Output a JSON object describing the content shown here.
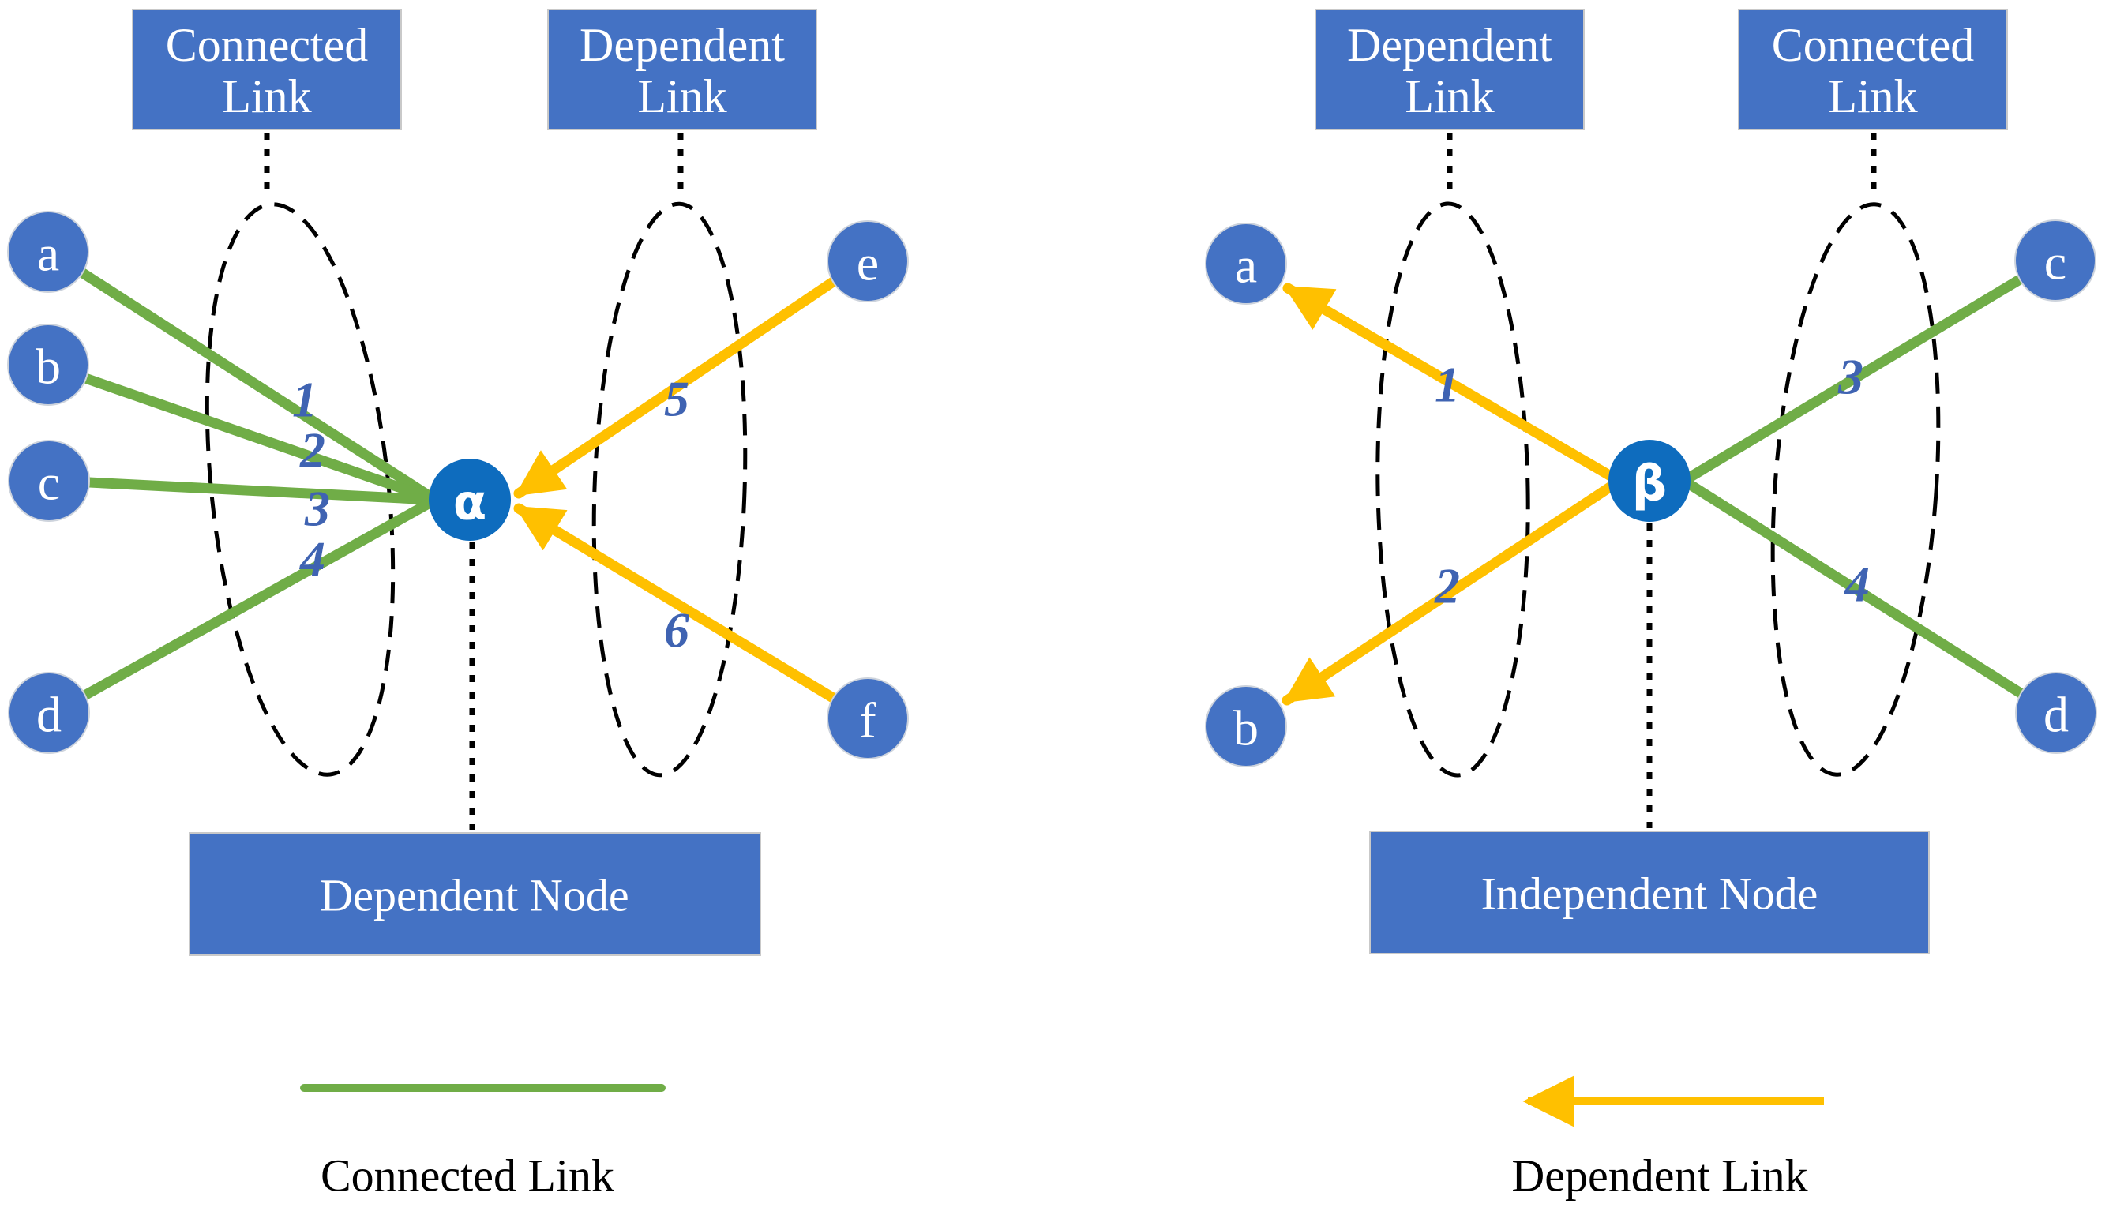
{
  "palette": {
    "box_blue": "#4472C4",
    "node_blue": "#4472C4",
    "hub_blue": "#0E6CBE",
    "green": "#70AD47",
    "yellow": "#FFC000",
    "label_blue": "#3F63B2",
    "dash_black": "#000000",
    "box_border": "#C9C9C9",
    "node_ring": "#CDD3DC",
    "text_white": "#FFFFFF",
    "legend_text_color": "#000000"
  },
  "left_diagram": {
    "box_connected_link": {
      "line1": "Connected",
      "line2": "Link"
    },
    "box_dependent_link": {
      "line1": "Dependent",
      "line2": "Link"
    },
    "bottom_box": {
      "label": "Dependent Node"
    },
    "hub_label": "α",
    "nodes": {
      "a": "a",
      "b": "b",
      "c": "c",
      "d": "d",
      "e": "e",
      "f": "f"
    },
    "link_labels": {
      "l1": "1",
      "l2": "2",
      "l3": "3",
      "l4": "4",
      "l5": "5",
      "l6": "6"
    }
  },
  "right_diagram": {
    "box_dependent_link": {
      "line1": "Dependent",
      "line2": "Link"
    },
    "box_connected_link": {
      "line1": "Connected",
      "line2": "Link"
    },
    "bottom_box": {
      "label": "Independent Node"
    },
    "hub_label": "β",
    "nodes": {
      "a": "a",
      "b": "b",
      "c": "c",
      "d": "d"
    },
    "link_labels": {
      "l1": "1",
      "l2": "2",
      "l3": "3",
      "l4": "4"
    }
  },
  "legend": {
    "connected_label": "Connected Link",
    "dependent_label": "Dependent Link"
  }
}
